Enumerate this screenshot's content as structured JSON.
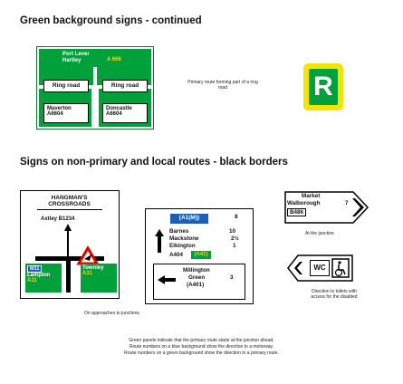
{
  "headings": {
    "green_continued": "Green background signs - continued",
    "non_primary": "Signs on non-primary and local routes - black borders"
  },
  "ring_sign": {
    "place1": "Port Lever",
    "place2": "Hartley",
    "route": "A 666",
    "left_label": "Ring road",
    "right_label": "Ring road",
    "left_dest": "Maverton",
    "left_route": "A6604",
    "right_dest": "Doncastle",
    "right_route": "A6604"
  },
  "ring_caption": "Primary route forming part of a ring road",
  "r_sign": {
    "letter": "R"
  },
  "crossroads_sign": {
    "title1": "HANGMAN'S",
    "title2": "CROSSROADS",
    "top_dest": "Axtley B1234",
    "left_motorway": "M11",
    "left_place": "Lampton",
    "left_route": "A11",
    "right_place": "Townley",
    "right_route": "A11"
  },
  "crossroads_caption": "On approaches to junctions",
  "distance_sign": {
    "motorway": "(A1(M))",
    "motorway_dist": "8",
    "rows": [
      {
        "place": "Barnes",
        "dist": "10"
      },
      {
        "place": "Mackstone",
        "dist": "2½"
      },
      {
        "place": "Elkington",
        "dist": "1"
      }
    ],
    "primary_place": "A404",
    "primary_route": "(A41)",
    "lower_place1": "Millington",
    "lower_place2": "Green",
    "lower_route": "(A401)",
    "lower_dist": "3"
  },
  "market_sign": {
    "place1": "Market",
    "place2": "Walborough",
    "dist": "7",
    "route": "B486"
  },
  "market_caption": "At the junction",
  "toilet_caption": "Direction to toilets with access for the disabled",
  "toilet_sign": {
    "wc": "WC"
  },
  "footnote": [
    "Green panels indicate that the primary route starts at the junction ahead.",
    "Route numbers on a blue background show the direction to a motorway.",
    "Route numbers on a green background show the direction to a primary route."
  ],
  "colors": {
    "primary_green": "#00a13a",
    "route_yellow": "#ffd400",
    "motorway_blue": "#1d5fb5",
    "r_yellow": "#f5e400"
  }
}
